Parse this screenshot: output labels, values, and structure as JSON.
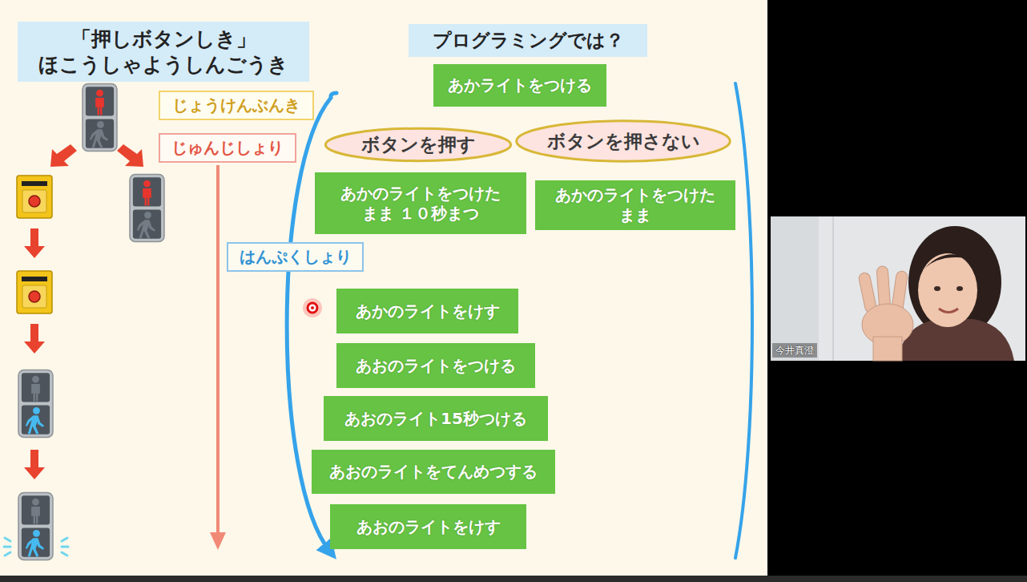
{
  "diagram": {
    "nodes": [
      {
        "text": [
          "「押しボタンしき」 ほこうしゃようしんごうき"
        ]
      },
      {
        "text": [
          "プログラミングでは？"
        ]
      },
      {
        "text": [
          "じょうけんぶんき"
        ]
      },
      {
        "text": [
          "あかライトをつける"
        ]
      },
      {
        "text": [
          "じゅんじしょり"
        ]
      },
      {
        "text": [
          "ボタンを押す"
        ]
      },
      {
        "text": [
          "ボタンを押さない"
        ]
      },
      {
        "text": [
          "あかのライトをつけた まま １０秒まつ"
        ]
      },
      {
        "text": [
          "あかのライトをつけた まま"
        ]
      },
      {
        "text": [
          "はんぷくしょり"
        ]
      },
      {
        "text": [
          "あかのライトをけす"
        ]
      },
      {
        "text": [
          "あおのライトをつける"
        ]
      },
      {
        "text": [
          "あおのライト15秒つける"
        ]
      },
      {
        "text": [
          "あおのライトをてんめつする"
        ]
      },
      {
        "text": [
          "あおのライトをけす"
        ]
      }
    ],
    "labels": [
      "今井真澄"
    ]
  }
}
